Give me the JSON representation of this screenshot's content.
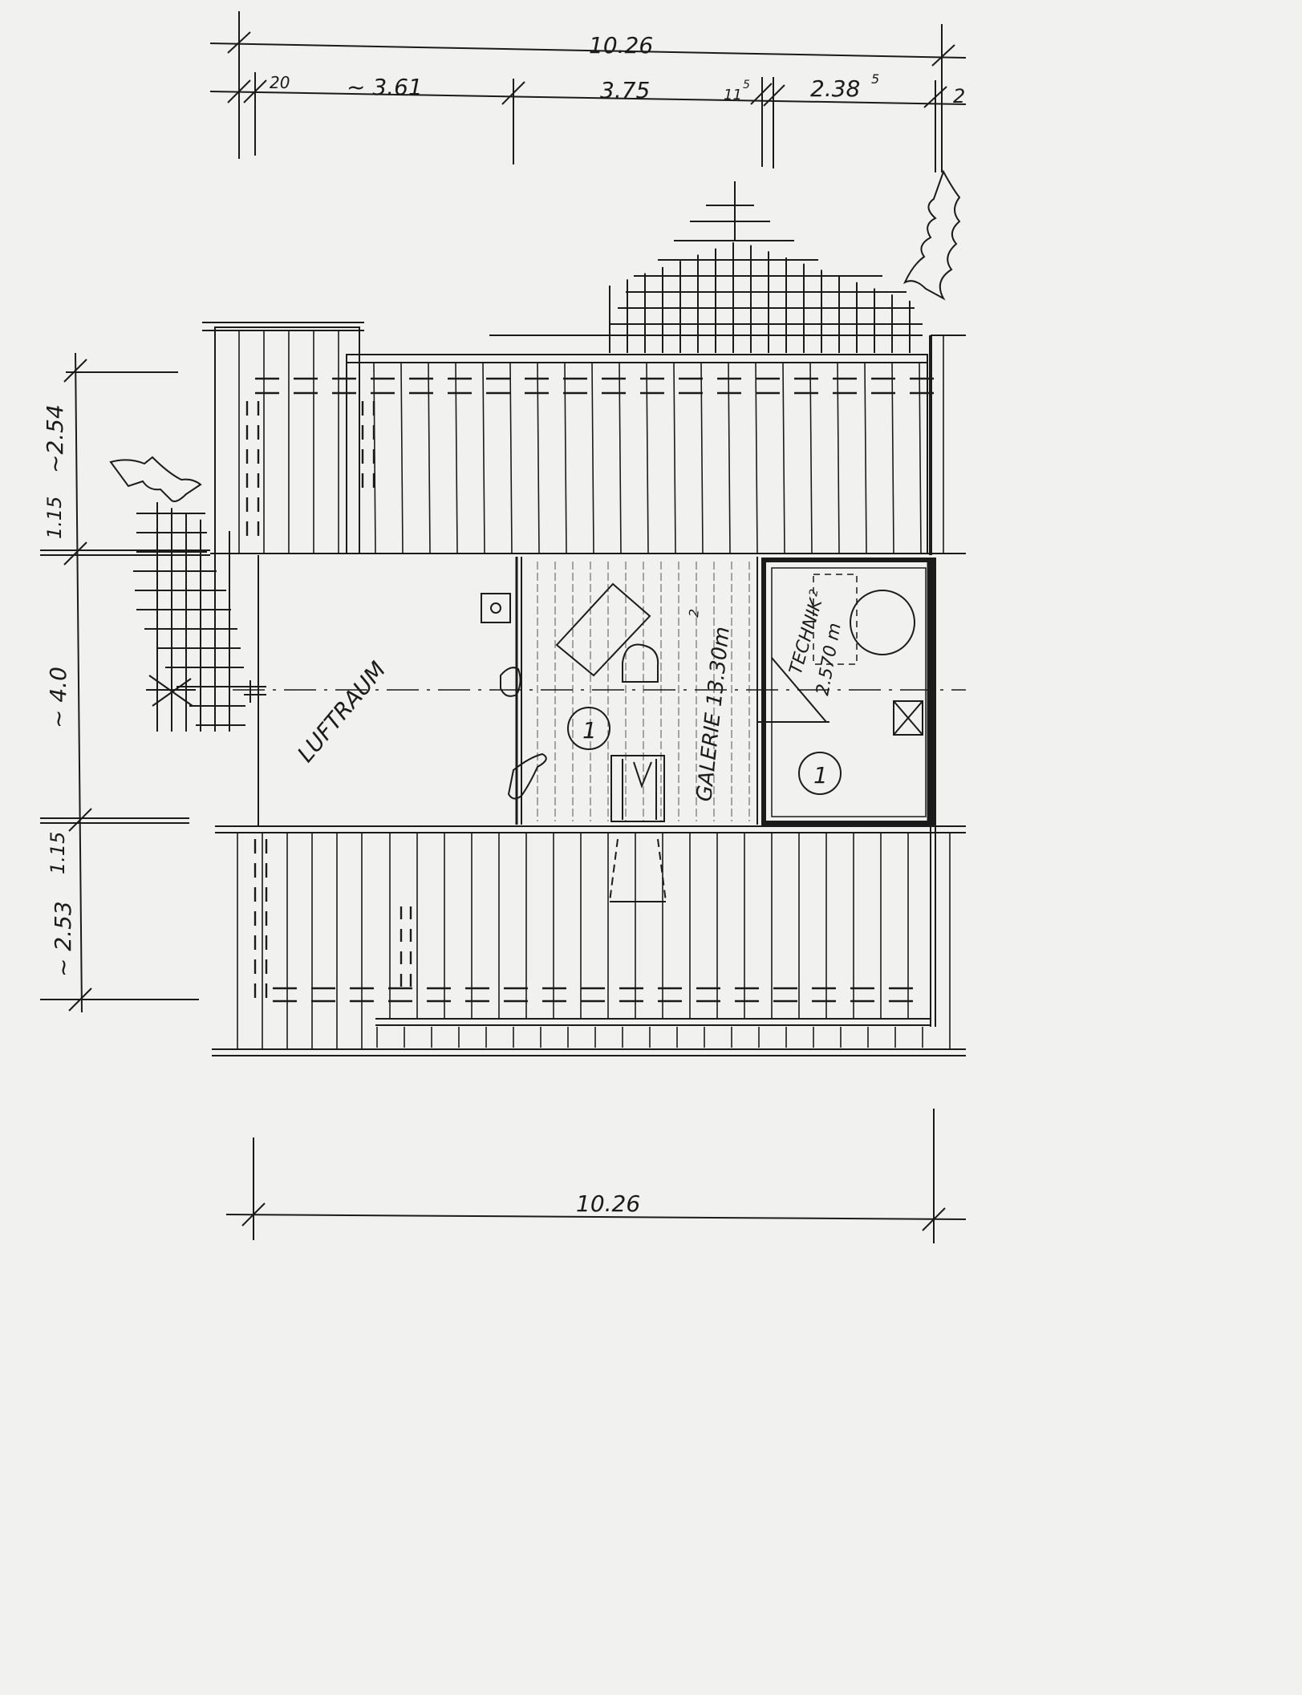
{
  "dimensions": {
    "top_total": "10.26",
    "top_seg_1": "20",
    "top_seg_2": "~ 3.61",
    "top_seg_3": "3.75",
    "top_seg_4": "11",
    "top_seg_4_sup": "5",
    "top_seg_5": "2.38",
    "top_seg_5_sup": "5",
    "top_seg_6": "2",
    "left_1": "~2.54",
    "left_2": "1.15",
    "left_3": "~ 4.0",
    "left_4": "1.15",
    "left_5": "~ 2.53",
    "bottom_total": "10.26"
  },
  "rooms": {
    "luftraum": "LUFTRAUM",
    "galerie": "GALERIE 13.30m",
    "galerie_sup": "2",
    "technik": "TECHNIK",
    "technik_area": "2.570 m",
    "technik_area_sup": "2",
    "marker": "1"
  },
  "colors": {
    "paper": "#f1f1f0",
    "ink": "#1b1b1b"
  }
}
